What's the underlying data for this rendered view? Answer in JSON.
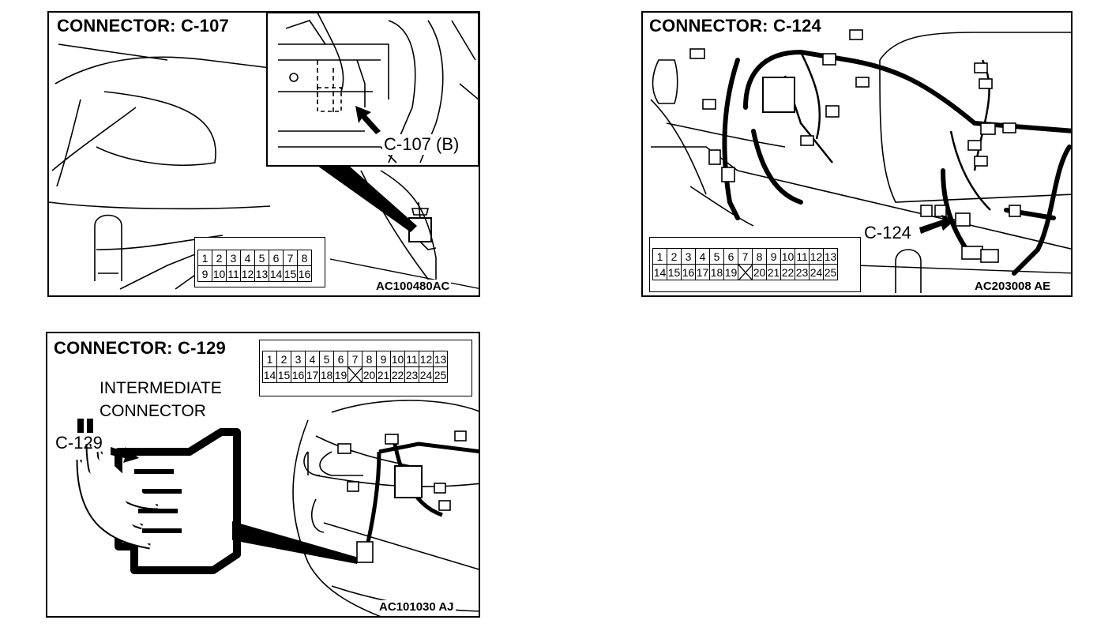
{
  "panels": {
    "c107": {
      "title": "CONNECTOR: C-107",
      "callout": "C-107 (B)",
      "code": "AC100480AC",
      "pins": [
        [
          "1",
          "2",
          "3",
          "4",
          "5",
          "6",
          "7",
          "8"
        ],
        [
          "9",
          "10",
          "11",
          "12",
          "13",
          "14",
          "15",
          "16"
        ]
      ]
    },
    "c124": {
      "title": "CONNECTOR: C-124",
      "callout": "C-124",
      "code": "AC203008 AE",
      "pins": [
        [
          "1",
          "2",
          "3",
          "4",
          "5",
          "6",
          "7",
          "8",
          "9",
          "10",
          "11",
          "12",
          "13"
        ],
        [
          "14",
          "15",
          "16",
          "17",
          "18",
          "19",
          "",
          "20",
          "21",
          "22",
          "23",
          "24",
          "25"
        ]
      ]
    },
    "c129": {
      "title": "CONNECTOR: C-129",
      "label_line1": "INTERMEDIATE",
      "label_line2": "CONNECTOR",
      "callout": "C-129",
      "code": "AC101030 AJ",
      "pins": [
        [
          "1",
          "2",
          "3",
          "4",
          "5",
          "6",
          "7",
          "8",
          "9",
          "10",
          "11",
          "12",
          "13"
        ],
        [
          "14",
          "15",
          "16",
          "17",
          "18",
          "19",
          "",
          "20",
          "21",
          "22",
          "23",
          "24",
          "25"
        ]
      ]
    }
  }
}
